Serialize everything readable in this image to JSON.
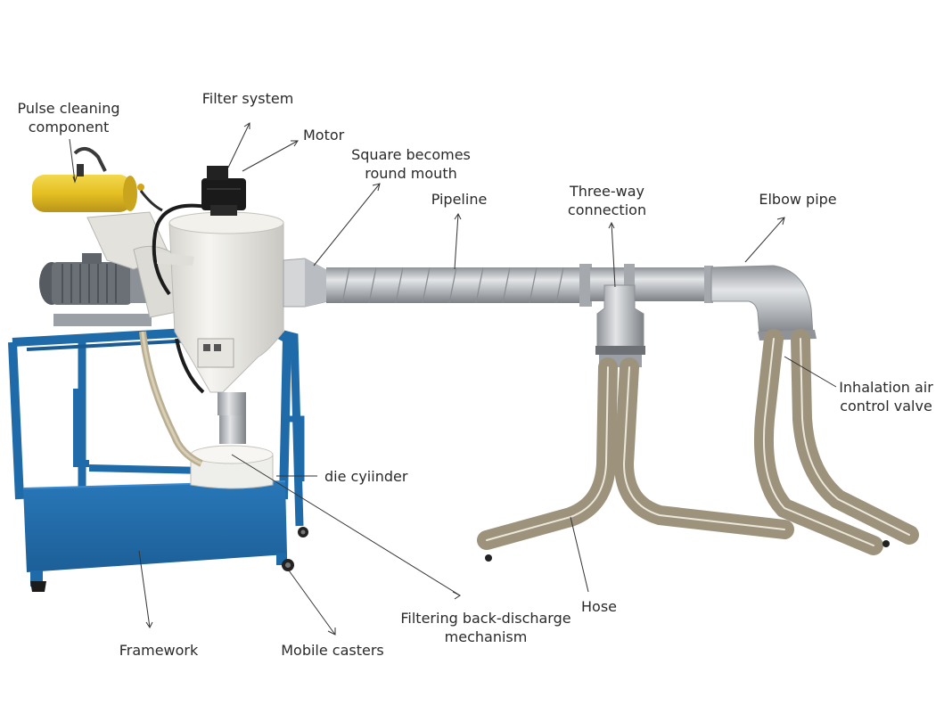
{
  "labels": {
    "pulse_cleaning_line1": "Pulse cleaning",
    "pulse_cleaning_line2": "component",
    "filter_system": "Filter system",
    "motor": "Motor",
    "square_round_line1": "Square becomes",
    "square_round_line2": "round mouth",
    "pipeline": "Pipeline",
    "three_way_line1": "Three-way",
    "three_way_line2": "connection",
    "elbow_pipe": "Elbow pipe",
    "inhalation_line1": "Inhalation air",
    "inhalation_line2": "control valve",
    "die_cylinder": "die cyiinder",
    "filtering_line1": "Filtering back-discharge",
    "filtering_line2": "mechanism",
    "hose": "Hose",
    "framework": "Framework",
    "mobile_casters": "Mobile casters"
  },
  "colors": {
    "frame_blue": "#1f6aa8",
    "pulse_yellow": "#e8c22a",
    "hopper_white": "#ecebe6",
    "duct_steel": "#b9bcc0",
    "hose_tan": "#a49a84",
    "leader_line": "#333333"
  }
}
